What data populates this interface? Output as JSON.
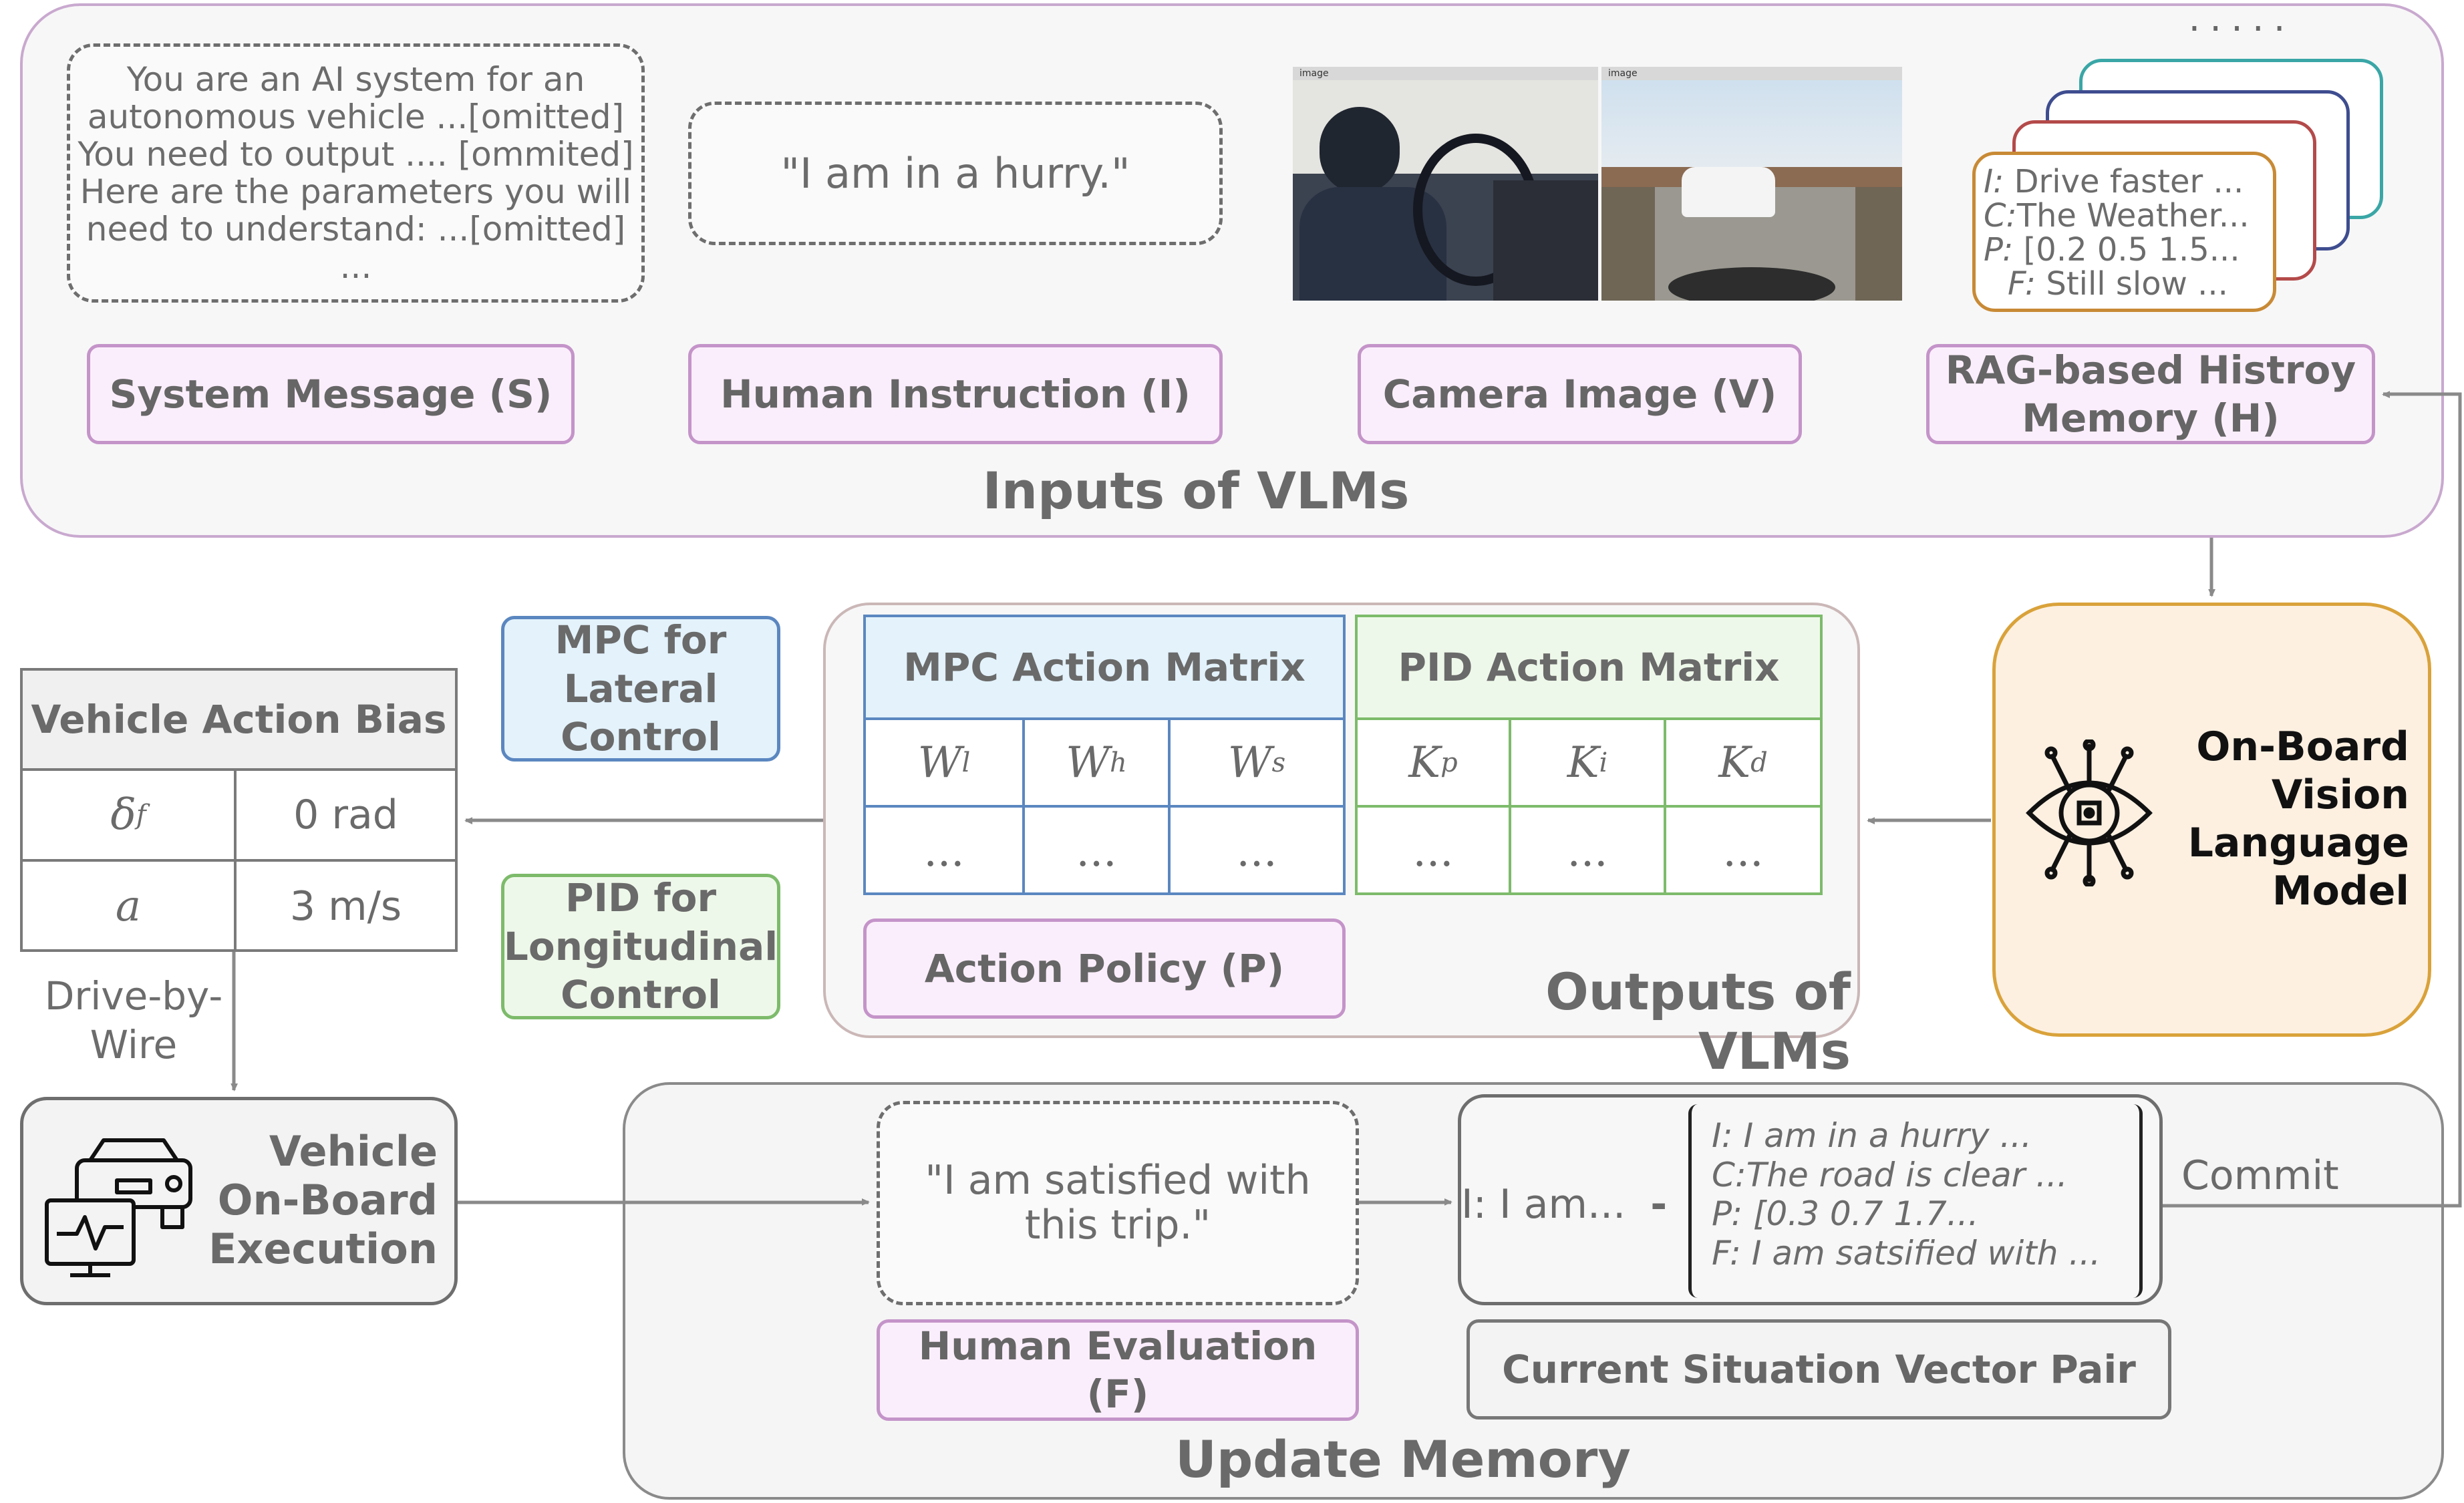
{
  "inputs_panel": {
    "title": "Inputs of VLMs",
    "system_message_text": [
      "You are an AI system for an",
      "autonomous vehicle ...[omitted]",
      "You need to output .... [ommited]",
      "Here are the parameters you will",
      "need to understand: ...[omitted]",
      "..."
    ],
    "system_message_label": "System Message (S)",
    "human_instruction_text": "\"I am in a hurry.\"",
    "human_instruction_label": "Human Instruction (I)",
    "camera_label": "Camera Image (V)",
    "camera_window_title": "image",
    "memory_label": "RAG-based Histroy Memory (H)",
    "memory_dots": ".....",
    "memory_card": [
      {
        "key": "I:",
        "text": "Drive faster ..."
      },
      {
        "key": "C:",
        "text": "The Weather..."
      },
      {
        "key": "P:",
        "text": "[0.2 0.5 1.5..."
      },
      {
        "key": "F:",
        "text": "Still slow ..."
      }
    ]
  },
  "vlm": {
    "label": "On-Board Vision Language Model"
  },
  "outputs_panel": {
    "title": "Outputs of VLMs",
    "mpc_matrix_title": "MPC Action Matrix",
    "pid_matrix_title": "PID Action Matrix",
    "mpc_headers": [
      "W",
      "W",
      "W"
    ],
    "mpc_subs": [
      "l",
      "h",
      "s"
    ],
    "pid_headers": [
      "K",
      "K",
      "K"
    ],
    "pid_subs": [
      "p",
      "i",
      "d"
    ],
    "ellipsis": "...",
    "action_policy_label": "Action Policy (P)"
  },
  "controllers": {
    "mpc": "MPC for Lateral Control",
    "pid": "PID for Longitudinal Control"
  },
  "bias_table": {
    "title": "Vehicle Action Bias",
    "rows": [
      {
        "symbol": "δ",
        "sub": "f",
        "value": "0 rad"
      },
      {
        "symbol": "a",
        "sub": "",
        "value": "3 m/s"
      }
    ]
  },
  "drive_by_wire": "Drive-by- Wire",
  "execution": {
    "label": "Vehicle On-Board Execution"
  },
  "update_panel": {
    "title": "Update Memory",
    "evaluation_text": "\"I am satisfied with this trip.\"",
    "evaluation_label": "Human Evaluation (F)",
    "vector_key": "I: I am...",
    "vector_dash": "-",
    "vector_lines": [
      "I: I am in a hurry ...",
      "C:The road is clear ...",
      "P: [0.3 0.7 1.7...",
      "F: I am satsified with ..."
    ],
    "vector_label": "Current Situation Vector Pair",
    "commit": "Commit"
  },
  "colors": {
    "panel_border": "#c9a9cf",
    "pink_fill": "#fbeefc",
    "mpc_blue_fill": "#e3f2fb",
    "mpc_blue_border": "#5b87c0",
    "pid_green_fill": "#eef8ea",
    "pid_green_border": "#7dbb6b",
    "vlm_fill": "#fdf0e1",
    "vlm_border": "#d9a23a",
    "mem_card_borders": [
      "#3aa6a6",
      "#3e4d8f",
      "#b44a4a",
      "#c88a35"
    ]
  }
}
